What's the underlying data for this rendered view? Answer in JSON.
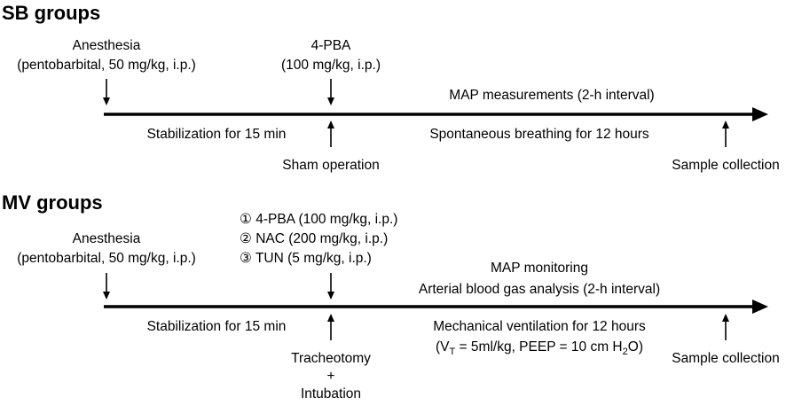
{
  "sb": {
    "title": "SB groups",
    "anesthesia": {
      "line1": "Anesthesia",
      "line2": "(pentobarbital, 50 mg/kg, i.p.)"
    },
    "treatment": {
      "line1": "4-PBA",
      "line2": "(100 mg/kg, i.p.)"
    },
    "measurement": "MAP measurements (2-h interval)",
    "stabilization": "Stabilization  for 15 min",
    "breathing": "Spontaneous breathing for 12 hours",
    "sham": "Sham operation",
    "sample": "Sample collection"
  },
  "mv": {
    "title": "MV groups",
    "anesthesia": {
      "line1": "Anesthesia",
      "line2": "(pentobarbital, 50 mg/kg, i.p.)"
    },
    "treatments": [
      {
        "marker": "①",
        "text": "4-PBA (100 mg/kg, i.p.)"
      },
      {
        "marker": "②",
        "text": "NAC (200 mg/kg, i.p.)"
      },
      {
        "marker": "③",
        "text": "TUN (5 mg/kg, i.p.)"
      }
    ],
    "monitoring": "MAP monitoring",
    "blood_gas": "Arterial blood gas analysis (2-h interval)",
    "stabilization": "Stabilization for 15 min",
    "ventilation": "Mechanical ventilation for 12 hours",
    "params": {
      "open": "(V",
      "sub_t": "T",
      "mid": " = 5ml/kg, PEEP = 10 cm H",
      "sub_2": "2",
      "close": "O)"
    },
    "tracheotomy": {
      "line1": "Tracheotomy",
      "line2": "+",
      "line3": "Intubation"
    },
    "sample": "Sample collection"
  }
}
